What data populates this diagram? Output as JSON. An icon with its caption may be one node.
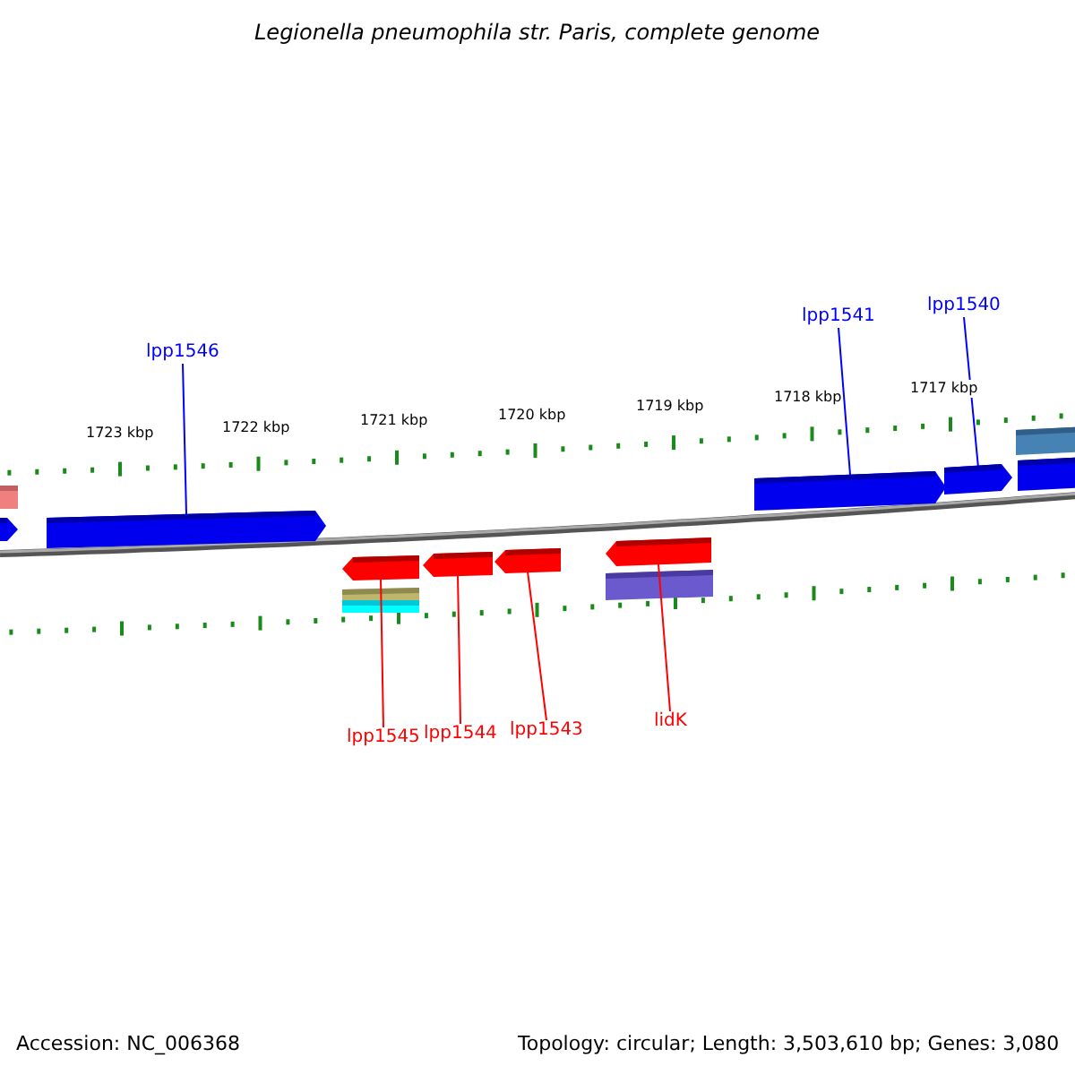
{
  "diagram": {
    "title": "Legionella pneumophila str. Paris, complete genome",
    "nodes": [
      {
        "text": [
          "lpp1546"
        ]
      },
      {
        "text": [],
        "shape": "bar"
      },
      {
        "text": [
          "lpp1541"
        ]
      },
      {
        "text": [],
        "shape": "bar"
      },
      {
        "text": [
          "lpp1540"
        ]
      },
      {
        "text": [],
        "shape": "bar"
      },
      {
        "text": [
          "lpp1545"
        ]
      },
      {
        "text": [],
        "shape": "bar"
      },
      {
        "text": [
          "lpp1544"
        ]
      },
      {
        "text": [],
        "shape": "bar"
      },
      {
        "text": [
          "lpp1543"
        ]
      },
      {
        "text": [],
        "shape": "bar"
      },
      {
        "text": [
          "lidK"
        ]
      },
      {
        "text": [],
        "shape": "bar"
      }
    ],
    "edges": [
      {
        "from": 0,
        "to": 1,
        "arrow": "none",
        "color": "#0000ff"
      },
      {
        "from": 2,
        "to": 3,
        "arrow": "none",
        "color": "#0000ff"
      },
      {
        "from": 4,
        "to": 5,
        "arrow": "none",
        "color": "#0000ff"
      },
      {
        "from": 6,
        "to": 7,
        "arrow": "none"
      },
      {
        "from": 8,
        "to": 9,
        "arrow": "none"
      },
      {
        "from": 10,
        "to": 11,
        "arrow": "none"
      },
      {
        "from": 12,
        "to": 13,
        "arrow": "none"
      }
    ],
    "labels": [
      "1723 kbp",
      "1722 kbp",
      "1721 kbp",
      "1720 kbp",
      "1719 kbp",
      "1718 kbp",
      "1717 kbp",
      "Accession: NC_006368",
      "Topology: circular; Length: 3,503,610 bp; Genes: 3,080"
    ]
  }
}
